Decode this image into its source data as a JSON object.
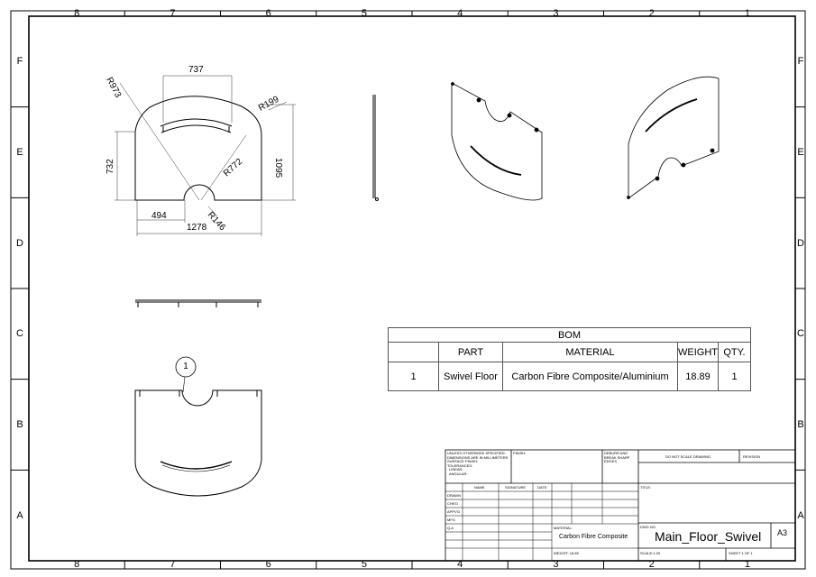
{
  "zones": {
    "columns": [
      "8",
      "7",
      "6",
      "5",
      "4",
      "3",
      "2",
      "1"
    ],
    "rows": [
      "F",
      "E",
      "D",
      "C",
      "B",
      "A"
    ]
  },
  "dimensions": {
    "width_top": "737",
    "radius_large": "R973",
    "radius_corner": "R199",
    "height_total": "1095",
    "radius_slot": "R772",
    "height_side": "732",
    "offset_cutout": "494",
    "radius_cutout": "R146",
    "width_total": "1278"
  },
  "balloon": {
    "number": "1"
  },
  "bom": {
    "title": "BOM",
    "headers": [
      "",
      "PART",
      "MATERIAL",
      "WEIGHT",
      "QTY."
    ],
    "rows": [
      [
        "1",
        "Swivel Floor",
        "Carbon Fibre Composite/Aluminium",
        "18.89",
        "1"
      ]
    ]
  },
  "title_block": {
    "notes": [
      "UNLESS OTHERWISE SPECIFIED:",
      "DIMENSIONS ARE IN MILLIMETERS",
      "SURFACE FINISH:",
      "TOLERANCES:",
      "LINEAR:",
      "ANGULAR:"
    ],
    "finish_label": "FINISH:",
    "deburr": [
      "DEBURR AND",
      "BREAK SHARP",
      "EDGES"
    ],
    "do_not_scale": "DO NOT SCALE DRAWING",
    "revision_label": "REVISION",
    "col_name": "NAME",
    "col_signature": "SIGNATURE",
    "col_date": "DATE",
    "roles": [
      "DRAWN",
      "CHK'D",
      "APPV'D",
      "MFG",
      "Q.A"
    ],
    "title_label": "TITLE:",
    "material_label": "MATERIAL:",
    "material_value": "Carbon Fibre Composite",
    "dwg_no_label": "DWG NO.",
    "dwg_no": "Main_Floor_Swivel",
    "size": "A3",
    "weight": "WEIGHT: 18.89",
    "scale": "SCALE:1:20",
    "sheet": "SHEET 1 OF 1"
  },
  "colors": {
    "line": "#000000",
    "frame": "#1a1a1a",
    "dim": "#333333"
  }
}
